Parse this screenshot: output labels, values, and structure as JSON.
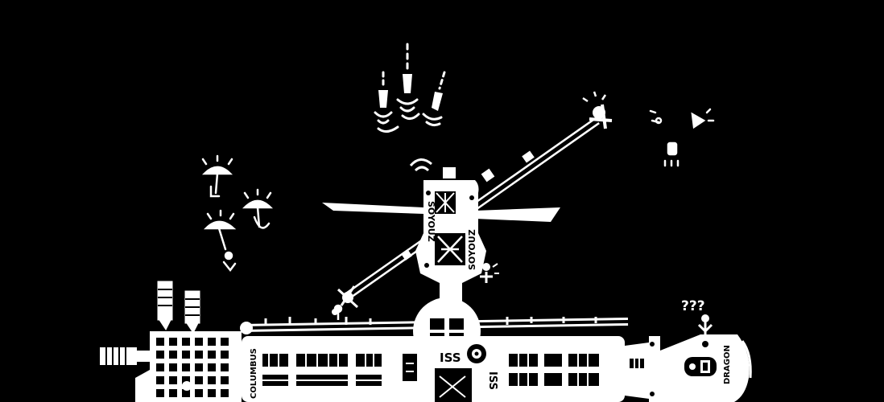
{
  "scene": {
    "background": "#000000",
    "ink": "#ffffff"
  },
  "labels": {
    "soyouz_left": "SOYOUZ",
    "soyouz_right": "SOYOUZ",
    "iss_center": "ISS",
    "iss_vertical": "ISS",
    "columbus": "COLUMBUS",
    "dragon": "DRAGON",
    "question_marks": "???"
  },
  "icons": [
    "space-station-icon",
    "parachute-icon",
    "falling-signal-icon",
    "robotic-arm-icon",
    "satellite-icon"
  ]
}
